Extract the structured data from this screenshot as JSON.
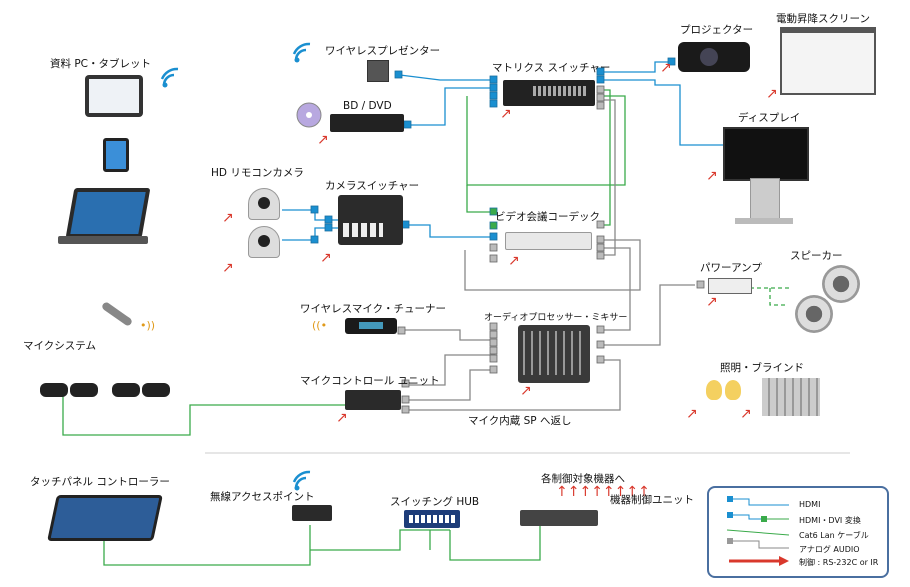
{
  "labels": {
    "pc_tablet": "資料 PC・タブレット",
    "wireless_presenter": "ワイヤレスプレゼンター",
    "bd_dvd": "BD / DVD",
    "matrix_switcher": "マトリクス スイッチャー",
    "projector": "プロジェクター",
    "screen": "電動昇降スクリーン",
    "display": "ディスプレイ",
    "hd_camera": "HD リモコンカメラ",
    "camera_switcher": "カメラスイッチャー",
    "video_codec": "ビデオ会議コーデック",
    "power_amp": "パワーアンプ",
    "speaker": "スピーカー",
    "wireless_mic_tuner": "ワイヤレスマイク・チューナー",
    "audio_processor": "オーディオプロセッサー・ミキサー",
    "mic_system": "マイクシステム",
    "mic_control": "マイクコントロール ユニット",
    "lighting_blinds": "照明・ブラインド",
    "mic_sp_return": "マイク内蔵 SP へ返し",
    "touch_panel": "タッチパネル コントローラー",
    "wireless_ap": "無線アクセスポイント",
    "switching_hub": "スイッチング HUB",
    "control_targets": "各制御対象機器へ",
    "control_unit": "機器制御ユニット"
  },
  "legend": {
    "hdmi": "HDMI",
    "hdmi_dvi": "HDMI・DVI 変換",
    "lan": "Cat6 Lan ケーブル",
    "analog_audio": "アナログ AUDIO",
    "control": "制御 : RS-232C or IR"
  },
  "colors": {
    "hdmi": "#1a8fd0",
    "lan": "#3aaa4a",
    "analog": "#808080",
    "control": "#d9382c",
    "legend_border": "#4a6fa0"
  }
}
